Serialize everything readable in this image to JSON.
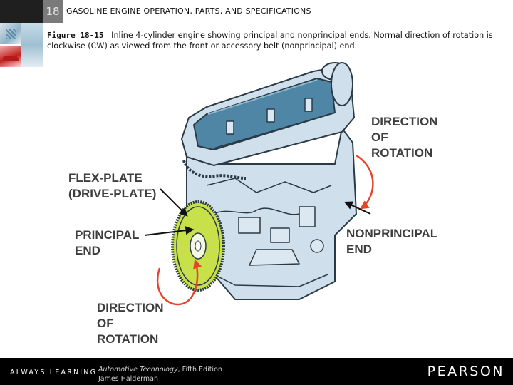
{
  "header": {
    "chapter_number": "18",
    "title": "GASOLINE ENGINE OPERATION, PARTS, AND SPECIFICATIONS"
  },
  "caption": {
    "figure_label": "Figure 18-15",
    "text": "Inline 4-cylinder engine showing principal and nonprincipal ends. Normal direction of rotation is clockwise (CW) as viewed from the front or accessory belt (nonprincipal) end."
  },
  "diagram": {
    "labels": {
      "direction_top": "DIRECTION\nOF\nROTATION",
      "flexplate": "FLEX-PLATE\n(DRIVE-PLATE)",
      "principal_end": "PRINCIPAL\nEND",
      "nonprincipal_end": "NONPRINCIPAL\nEND",
      "direction_bottom": "DIRECTION\nOF\nROTATION"
    },
    "colors": {
      "engine_body": "#cfe0ec",
      "engine_outline": "#2a3a46",
      "valve_cover": "#4f86a6",
      "flexplate": "#c8e04a",
      "arrow": "#e8442a"
    }
  },
  "footer": {
    "always_learning": "ALWAYS LEARNING",
    "book_title": "Automotive Technology",
    "book_edition": ", Fifth Edition",
    "author": "James Halderman",
    "publisher": "PEARSON"
  }
}
